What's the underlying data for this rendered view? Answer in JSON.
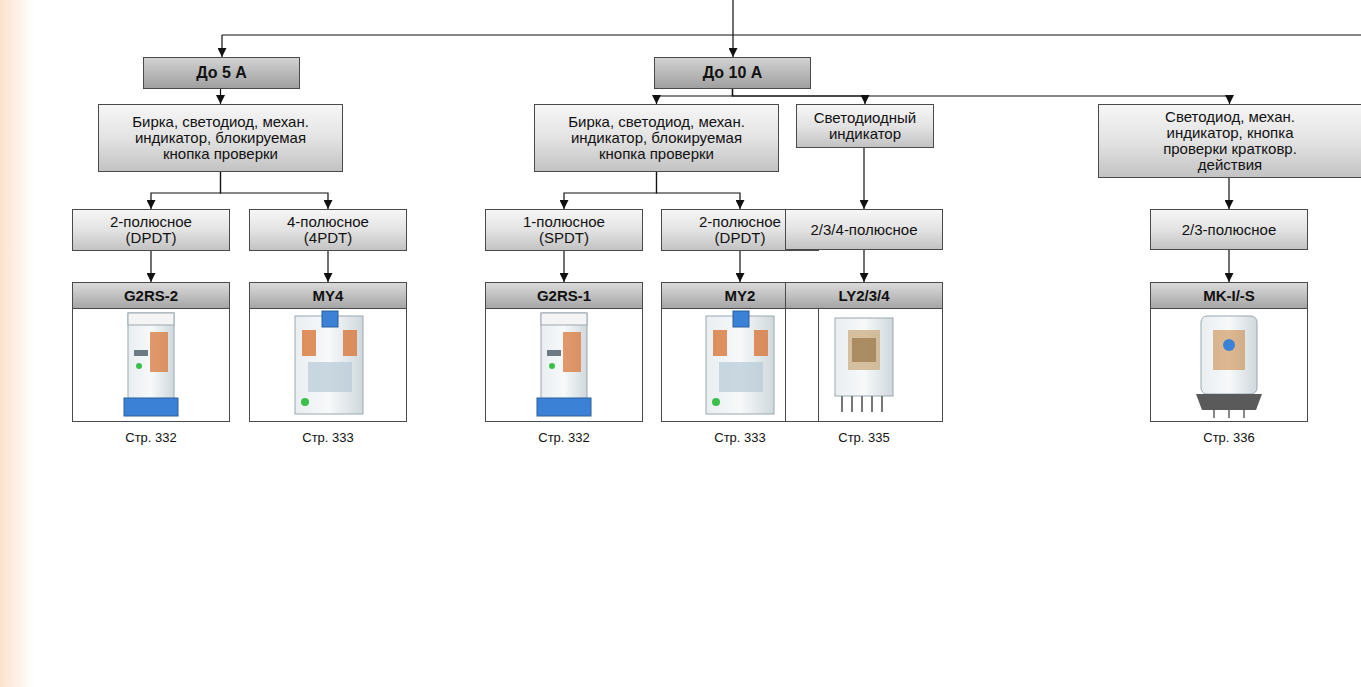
{
  "diagram": {
    "nodes": [
      {
        "text": [
          "До 5 А"
        ]
      },
      {
        "text": [
          "До 10 А"
        ]
      },
      {
        "text": [
          "Бирка, светодиод, механ. индикатор, блокируемая кнопка проверки"
        ]
      },
      {
        "text": [
          "Бирка, светодиод, механ. индикатор, блокируемая кнопка проверки"
        ]
      },
      {
        "text": [
          "Светодиодный индикатор"
        ]
      },
      {
        "text": [
          "Светодиод, механ. индикатор, кнопка проверки кратковр. действия"
        ]
      },
      {
        "text": [
          "2-полюсное (DPDT)"
        ]
      },
      {
        "text": [
          "4-полюсное (4PDT)"
        ]
      },
      {
        "text": [
          "1-полюсное (SPDT)"
        ]
      },
      {
        "text": [
          "2-полюсное (DPDT)"
        ]
      },
      {
        "text": [
          "2/3/4-полюсное"
        ]
      },
      {
        "text": [
          "2/3-полюсное"
        ]
      },
      {
        "text": [
          "G2RS-2"
        ]
      },
      {
        "text": [
          "MY4"
        ]
      },
      {
        "text": [
          "G2RS-1"
        ]
      },
      {
        "text": [
          "MY2"
        ]
      },
      {
        "text": [
          "LY2/3/4"
        ]
      },
      {
        "text": [
          "MK-I/-S"
        ]
      }
    ],
    "edges": [
      {
        "from": 0,
        "to": 2,
        "arrow": "to"
      },
      {
        "from": 1,
        "to": 3,
        "arrow": "to"
      },
      {
        "from": 1,
        "to": 4,
        "arrow": "to"
      },
      {
        "from": 1,
        "to": 5,
        "arrow": "to"
      },
      {
        "from": 2,
        "to": 6,
        "arrow": "to"
      },
      {
        "from": 2,
        "to": 7,
        "arrow": "to"
      },
      {
        "from": 3,
        "to": 8,
        "arrow": "to"
      },
      {
        "from": 3,
        "to": 9,
        "arrow": "to"
      },
      {
        "from": 4,
        "to": 10,
        "arrow": "to"
      },
      {
        "from": 5,
        "to": 11,
        "arrow": "to"
      },
      {
        "from": 6,
        "to": 12,
        "arrow": "to"
      },
      {
        "from": 7,
        "to": 13,
        "arrow": "to"
      },
      {
        "from": 8,
        "to": 14,
        "arrow": "to"
      },
      {
        "from": 9,
        "to": 15,
        "arrow": "to"
      },
      {
        "from": 10,
        "to": 16,
        "arrow": "to"
      },
      {
        "from": 11,
        "to": 17,
        "arrow": "to"
      }
    ],
    "labels": [
      "Стр. 332",
      "Стр. 333",
      "Стр. 332",
      "Стр. 333",
      "Стр. 335",
      "Стр. 336"
    ]
  }
}
